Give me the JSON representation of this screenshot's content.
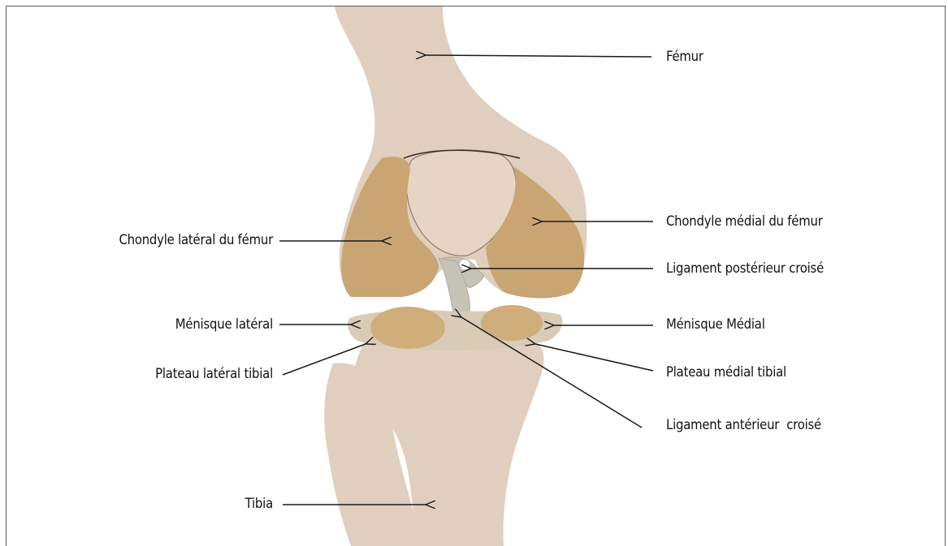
{
  "labels": {
    "femur": "Fémur",
    "lateral_condyle": "Chondyle latéral du fémur",
    "medial_condyle": "Chondyle médial du fémur",
    "posterior_cruciate": "Ligament postérieur croisé",
    "lateral_meniscus": "Ménisque latéral",
    "medial_meniscus": "Ménisque Médial",
    "lateral_tibial_plateau": "Plateau latéral tibial",
    "medial_tibial_plateau": "Plateau médial tibial",
    "anterior_cruciate": "Ligament antérieur  croisé",
    "tibia": "Tibia"
  },
  "colors": {
    "bone": "#e3d2c1",
    "bone_shadow": "#cdbaa6",
    "condyle": "#c8a572",
    "meniscus": "#cfae7c",
    "ligament": "#c6c2b6",
    "cartilage": "#d9cbb6",
    "arrow": "#1a1a1a"
  }
}
